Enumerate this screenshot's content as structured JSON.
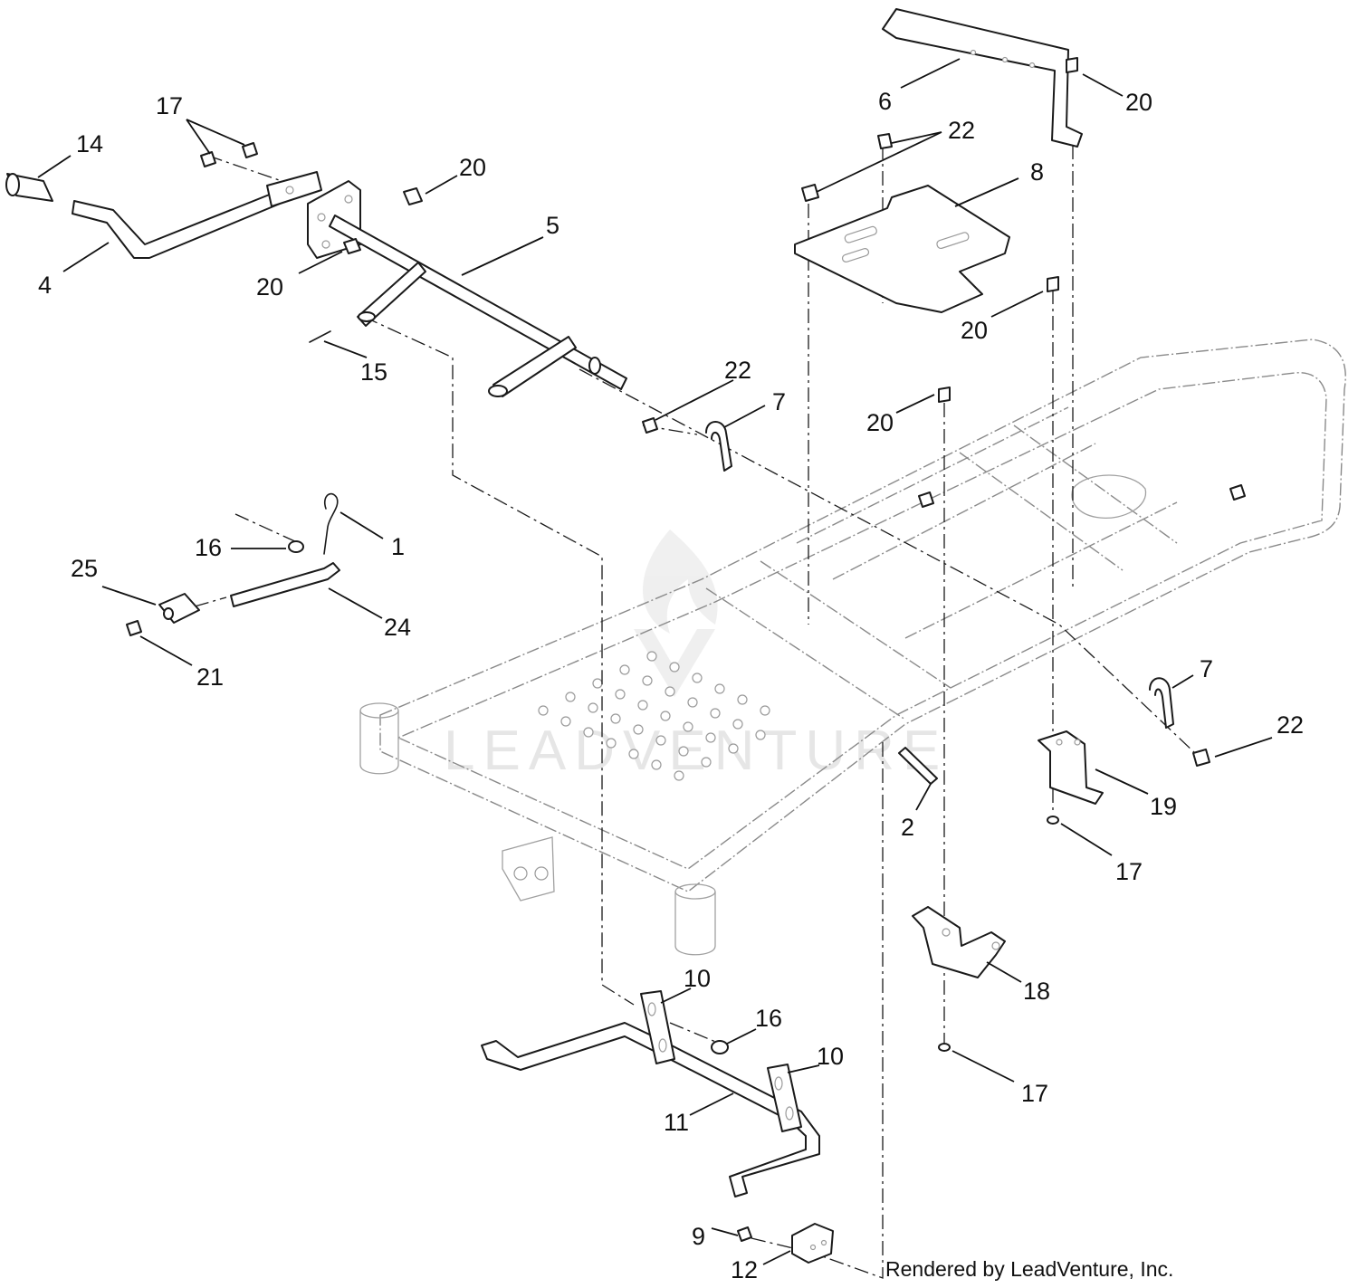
{
  "watermark": "LEADVENTURE",
  "credit": "Rendered by LeadVenture, Inc.",
  "callouts": [
    {
      "id": "c14",
      "text": "14"
    },
    {
      "id": "c17a",
      "text": "17"
    },
    {
      "id": "c20a",
      "text": "20"
    },
    {
      "id": "c4",
      "text": "4"
    },
    {
      "id": "c20b",
      "text": "20"
    },
    {
      "id": "c5",
      "text": "5"
    },
    {
      "id": "c15",
      "text": "15"
    },
    {
      "id": "c6",
      "text": "6"
    },
    {
      "id": "c20c",
      "text": "20"
    },
    {
      "id": "c22a",
      "text": "22"
    },
    {
      "id": "c8",
      "text": "8"
    },
    {
      "id": "c20d",
      "text": "20"
    },
    {
      "id": "c22b",
      "text": "22"
    },
    {
      "id": "c7a",
      "text": "7"
    },
    {
      "id": "c20e",
      "text": "20"
    },
    {
      "id": "c1",
      "text": "1"
    },
    {
      "id": "c16a",
      "text": "16"
    },
    {
      "id": "c25",
      "text": "25"
    },
    {
      "id": "c24",
      "text": "24"
    },
    {
      "id": "c21",
      "text": "21"
    },
    {
      "id": "c7b",
      "text": "7"
    },
    {
      "id": "c22c",
      "text": "22"
    },
    {
      "id": "c19",
      "text": "19"
    },
    {
      "id": "c2",
      "text": "2"
    },
    {
      "id": "c17b",
      "text": "17"
    },
    {
      "id": "c18",
      "text": "18"
    },
    {
      "id": "c10a",
      "text": "10"
    },
    {
      "id": "c16b",
      "text": "16"
    },
    {
      "id": "c10b",
      "text": "10"
    },
    {
      "id": "c11",
      "text": "11"
    },
    {
      "id": "c17c",
      "text": "17"
    },
    {
      "id": "c9",
      "text": "9"
    },
    {
      "id": "c12",
      "text": "12"
    }
  ]
}
